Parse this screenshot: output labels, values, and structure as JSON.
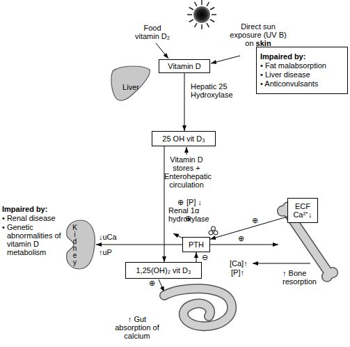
{
  "diagram": {
    "nodes": [
      {
        "text": [
          "Vitamin D"
        ]
      },
      {
        "text": [
          "Liver"
        ]
      },
      {
        "text": [
          "Impaired by:",
          "• Fat malabsorption",
          "• Liver disease",
          "• Anticonvulsants"
        ]
      },
      {
        "text": [
          "25 OH vit D₃"
        ]
      },
      {
        "text": [
          "ECF Ca²⁺↓"
        ]
      },
      {
        "text": [
          "PTH"
        ]
      },
      {
        "text": [
          "Kidney"
        ]
      },
      {
        "text": [
          "1,25(OH)₂ vit D₃"
        ]
      }
    ],
    "edges": [
      {
        "from": 0,
        "to": 3,
        "arrow": "to"
      },
      {
        "from": 3,
        "to": 7,
        "arrow": "to"
      },
      {
        "from": 4,
        "to": 5,
        "arrow": "to"
      },
      {
        "from": 5,
        "to": 6,
        "arrow": "to"
      },
      {
        "from": 7,
        "to": 5,
        "arrow": "to"
      }
    ],
    "labels": [
      "Food vitamin D₂",
      "Direct sun exposure (UV B) on",
      "skin",
      "Hepatic 25 Hydroxylase",
      "Vitamin D stores + Enterohepatic circulation",
      "⊕",
      "[P] ↓",
      "Renal 1α hydroxylase",
      "⊕",
      "⊕",
      "⊕",
      "Impaired by:",
      "• Renal disease",
      "• Genetic abnormalities of vitamin D metabolism",
      "↓uCa",
      "↑uP",
      "⊖",
      "[Ca]↑",
      "[P]↑",
      "↑ Bone resorption",
      "⊕",
      "↑ Gut absorption of calcium"
    ]
  }
}
